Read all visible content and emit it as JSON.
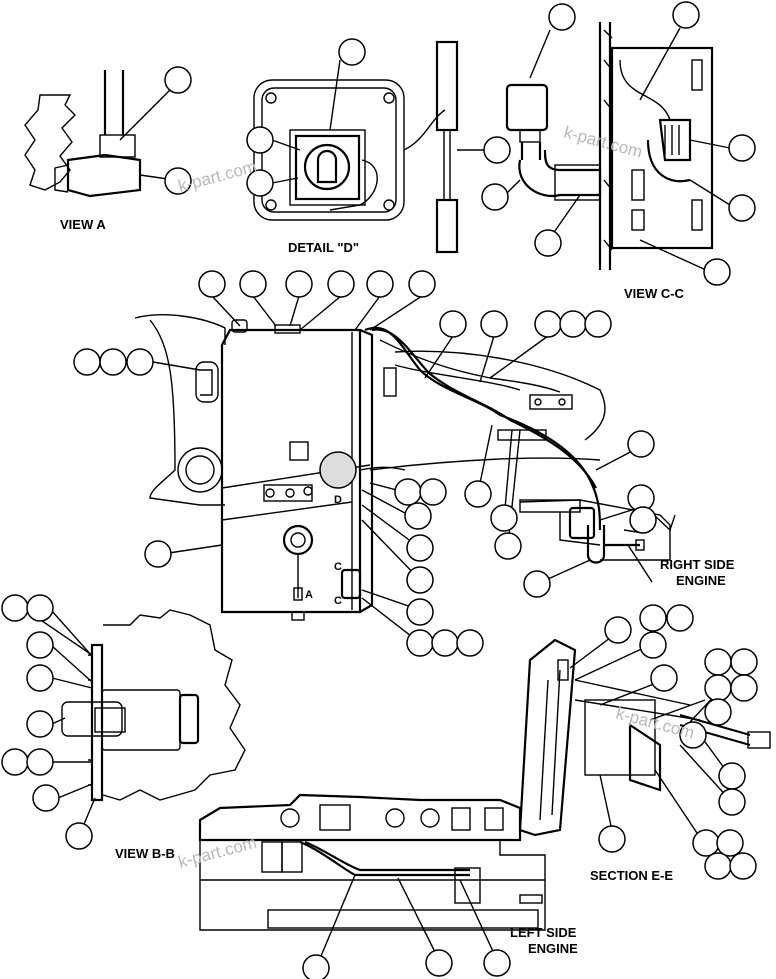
{
  "labels": {
    "view_a": "VIEW A",
    "detail_d": "DETAIL \"D\"",
    "view_cc": "VIEW C-C",
    "right_side_engine_1": "RIGHT SIDE",
    "right_side_engine_2": "ENGINE",
    "view_bb": "VIEW B-B",
    "section_ee": "SECTION E-E",
    "left_side_engine_1": "LEFT SIDE",
    "left_side_engine_2": "ENGINE",
    "marker_d": "D",
    "marker_a": "A",
    "marker_c1": "C",
    "marker_c2": "C"
  },
  "watermarks": [
    "k-part.com",
    "k-part.com",
    "k-part.com",
    "k-part.com"
  ]
}
